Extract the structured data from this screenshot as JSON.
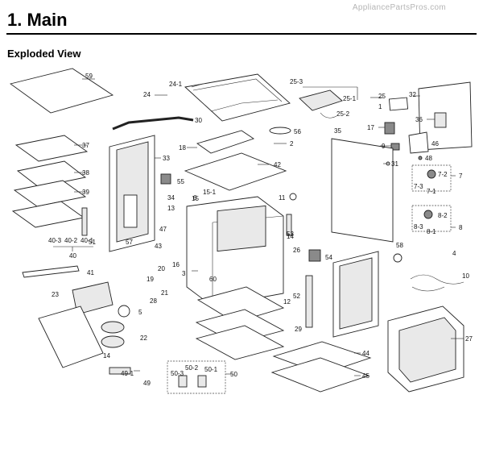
{
  "header": {
    "watermark": "AppliancePartsPros.com",
    "title": "1.  Main",
    "subtitle": "Exploded View"
  },
  "part_labels": [
    "59",
    "24-1",
    "24",
    "30",
    "25-3",
    "25",
    "25-1",
    "25-2",
    "1",
    "32",
    "36",
    "46",
    "17",
    "9",
    "56",
    "2",
    "18",
    "35",
    "42",
    "31",
    "48",
    "7",
    "7-2",
    "7-3",
    "7-1",
    "8",
    "8-2",
    "8-3",
    "8-1",
    "37",
    "38",
    "39",
    "40-3",
    "40-2",
    "40-1",
    "40",
    "51",
    "57",
    "33",
    "55",
    "34",
    "6",
    "13",
    "15-1",
    "15",
    "11",
    "14",
    "47",
    "53",
    "43",
    "3",
    "26",
    "54",
    "4",
    "58",
    "10",
    "41",
    "20",
    "16",
    "19",
    "28",
    "21",
    "5",
    "23",
    "60",
    "12",
    "52",
    "29",
    "22",
    "14",
    "49-1",
    "49",
    "50-3",
    "50-2",
    "50-1",
    "50",
    "44",
    "45",
    "27"
  ]
}
